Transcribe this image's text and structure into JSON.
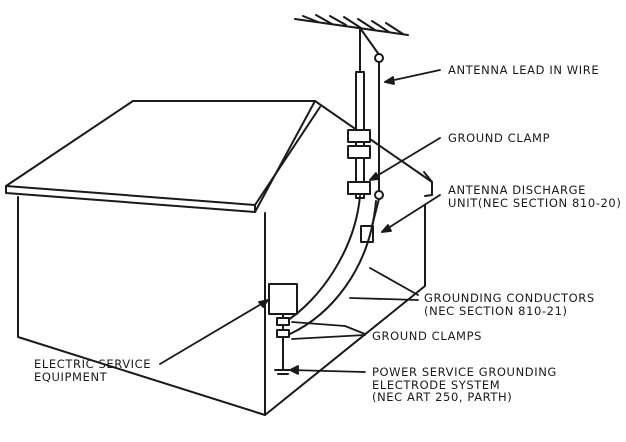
{
  "labels": {
    "antenna_lead_in_wire": "ANTENNA LEAD IN WIRE",
    "ground_clamp": "GROUND CLAMP",
    "antenna_discharge_unit": [
      "ANTENNA DISCHARGE",
      "UNIT(NEC SECTION 810-20)"
    ],
    "grounding_conductors": [
      "GROUNDING CONDUCTORS",
      "(NEC SECTION 810-21)"
    ],
    "ground_clamps": "GROUND CLAMPS",
    "electric_service_equipment": [
      "ELECTRIC SERVICE",
      "EQUIPMENT"
    ],
    "power_service_grounding": [
      "POWER SERVICE GROUNDING",
      "ELECTRODE SYSTEM",
      "(NEC ART 250, PARTH)"
    ]
  }
}
